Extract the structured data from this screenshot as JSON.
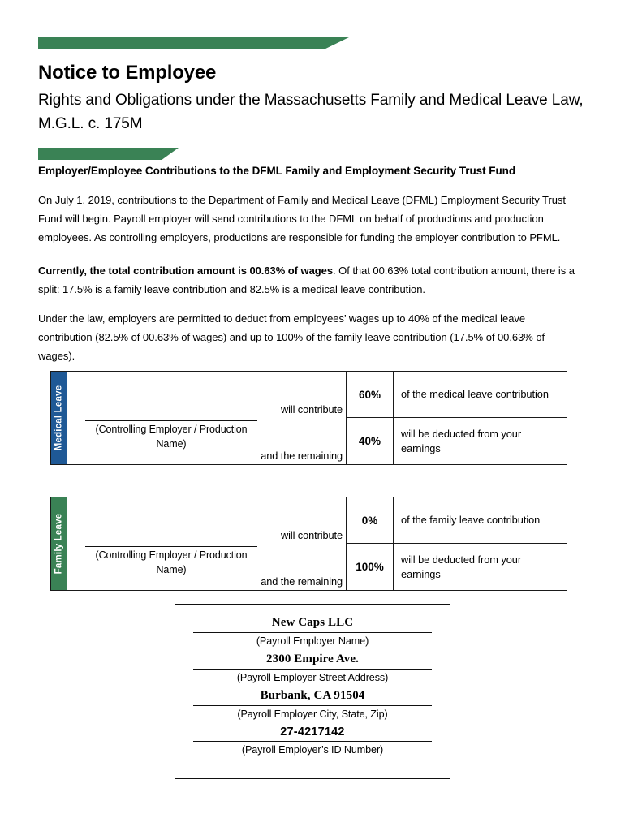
{
  "document": {
    "title_main": "Notice to Employee",
    "title_sub": "Rights and Obligations under the Massachusetts Family and Medical Leave Law, M.G.L. c. 175M",
    "section_heading": "Employer/Employee Contributions to the DFML Family and Employment Security Trust Fund",
    "paragraphs": {
      "p1": "On July 1, 2019, contributions to the Department of Family and Medical Leave (DFML) Employment Security Trust Fund will begin. Payroll employer will send contributions to the DFML on behalf of productions and production employees. As controlling employers, productions are responsible for funding the employer contribution to PFML.",
      "p2_bold": "Currently, the total contribution amount is 00.63% of wages",
      "p2_rest": ".  Of that 00.63% total contribution amount, there is a split: 17.5% is a family leave contribution and 82.5% is a medical leave contribution.",
      "p3": "Under the law, employers are permitted to deduct from employees’ wages up to 40% of the medical leave contribution (82.5% of 00.63% of wages) and up to 100% of the family leave contribution (17.5% of 00.63% of wages)."
    }
  },
  "colors": {
    "accent_green": "#3A8255",
    "accent_blue": "#1F5996",
    "rule_black": "#111111"
  },
  "tables": {
    "medical": {
      "vertical_label": "Medical Leave",
      "accent_color": "#1F5996",
      "name_caption": "(Controlling Employer / Production Name)",
      "connector_first": "will contribute",
      "connector_second": "and the remaining",
      "rows": [
        {
          "percent": "60%",
          "description": "of the medical leave contribution"
        },
        {
          "percent": "40%",
          "description": "will be deducted from your earnings"
        }
      ]
    },
    "family": {
      "vertical_label": "Family Leave",
      "accent_color": "#3A8255",
      "name_caption": "(Controlling Employer / Production Name)",
      "connector_first": "will contribute",
      "connector_second": "and the remaining",
      "rows": [
        {
          "percent": "0%",
          "description": "of the family leave contribution"
        },
        {
          "percent": "100%",
          "description": "will be deducted from your earnings"
        }
      ]
    }
  },
  "employer_box": {
    "fields": [
      {
        "value": "New Caps LLC",
        "label": "(Payroll Employer Name)"
      },
      {
        "value": "2300 Empire Ave.",
        "label": "(Payroll Employer Street Address)"
      },
      {
        "value": "Burbank, CA 91504",
        "label": "(Payroll Employer City, State, Zip)"
      },
      {
        "value": "27-4217142",
        "label": "(Payroll Employer’s ID Number)"
      }
    ]
  }
}
